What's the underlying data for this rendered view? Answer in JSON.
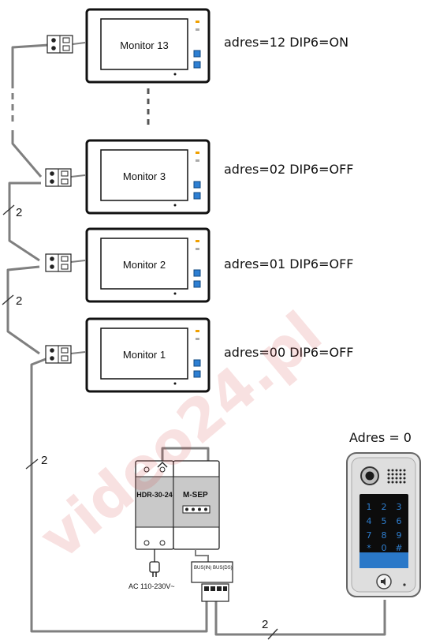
{
  "monitors": [
    {
      "name": "Monitor 13",
      "config": "adres=12 DIP6=ON"
    },
    {
      "name": "Monitor 3",
      "config": "adres=02 DIP6=OFF"
    },
    {
      "name": "Monitor 2",
      "config": "adres=01 DIP6=OFF"
    },
    {
      "name": "Monitor 1",
      "config": "adres=00 DIP6=OFF"
    }
  ],
  "wire_count_label": "2",
  "power_supply": {
    "model": "HDR-30-24",
    "input": "AC 110-230V~"
  },
  "bus_module": {
    "model": "M-SEP",
    "port_in": "BUS(IN)",
    "port_ds": "BUS(DS)"
  },
  "door_station": {
    "address": "Adres = 0",
    "keys": [
      "1",
      "2",
      "3",
      "4",
      "5",
      "6",
      "7",
      "8",
      "9",
      "*",
      "0",
      "#"
    ]
  },
  "watermark": "video24.pl",
  "colors": {
    "wire": "#7f7f7f",
    "key_text": "#2f7fd0",
    "keypad_bg": "#0c0c0c",
    "card_strip": "#2a78c8",
    "panel": "#c9c9c9"
  }
}
